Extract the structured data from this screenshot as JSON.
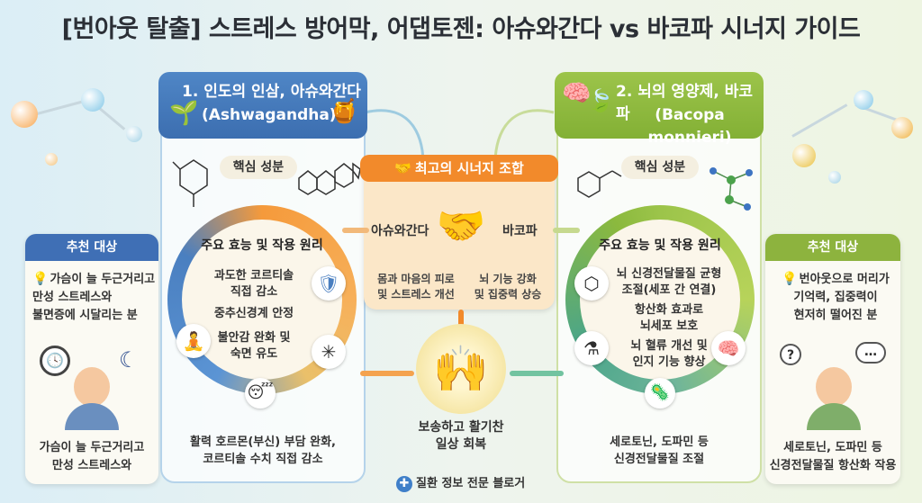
{
  "title": "[번아웃 탈출] 스트레스 방어막, 어댑토젠: 아슈와간다 vs 바코파 시너지 가이드",
  "left_panel": {
    "title_line1": "1. 인도의 인삼, 아슈와간다",
    "title_line2": "(Ashwagandha)",
    "core_label": "핵심 성분",
    "effects_title": "주요 효능 및 작용 원리",
    "items": [
      "과도한 코르티솔\n직접 감소",
      "중추신경계 안정",
      "불안감 완화 및\n숙면 유도"
    ],
    "bottom": "활력 호르몬(부신) 부담 완화,\n코르티솔 수치 직접 감소",
    "color": "#4a7fc0"
  },
  "right_panel": {
    "title_line1": "2. 뇌의 영양제, 바코파",
    "title_line2": "(Bacopa monnieri)",
    "core_label": "핵심 성분",
    "effects_title": "주요 효능 및 작용 원리",
    "items": [
      "뇌 신경전달물질 균형\n조절(세포 간 연결)",
      "항산화 효과로\n뇌세포 보호",
      "뇌 혈류 개선 및\n인지 기능 향상"
    ],
    "bottom": "세로토닌, 도파민 등\n신경전달물질 조절",
    "color": "#8bb93e"
  },
  "left_side": {
    "header": "추천 대상",
    "text": "가슴이 늘 두근거리고\n만성 스트레스와\n불면증에 시달리는 분",
    "bottom": "가슴이 늘 두근거리고\n만성 스트레스와"
  },
  "right_side": {
    "header": "추천 대상",
    "text": "번아웃으로 머리가\n기억력, 집중력이\n현저히 떨어진 분",
    "bottom": "세로토닌, 도파민 등\n신경전달물질 항산화 작용"
  },
  "synergy": {
    "header": "최고의 시너지 조합",
    "left_label": "아슈와간다",
    "right_label": "바코파",
    "left_desc": "몸과 마음의 피로\n및 스트레스 개선",
    "right_desc": "뇌 기능 강화\n및 집중력 상승",
    "result": "보송하고 활기찬\n일상 회복"
  },
  "footer": "질환 정보 전문 블로거",
  "icons": {
    "plant": "plant-icon",
    "honey": "honey-jar-icon",
    "brain": "brain-icon",
    "leaf": "leaf-icon",
    "shield": "shield-icon",
    "meditation": "meditation-icon",
    "neuron": "neuron-icon",
    "moon": "moon-icon",
    "handshake": "handshake-icon",
    "clock": "clock-icon",
    "bulb": "lightbulb-icon"
  }
}
